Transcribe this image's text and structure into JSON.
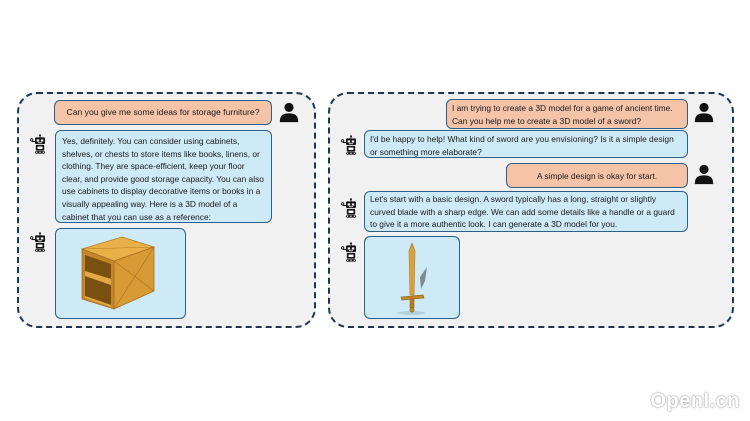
{
  "left_conversation": {
    "user_message": "Can you give me some ideas for storage furniture?",
    "bot_message": "Yes, definitely. You can consider using cabinets, shelves, or chests to store items like books, linens, or clothing. They are space-efficient, keep your floor clear, and provide good storage capacity. You can also use cabinets to display decorative items or books in a visually appealing way. Here is a 3D model of a cabinet that you can use as a reference:"
  },
  "right_conversation": {
    "user_message_1": "I am trying to create a 3D model for a game of ancient time. Can you help me to create a 3D model of a sword?",
    "bot_message_1": "I'd be happy to help! What kind of sword are you envisioning? Is it a simple design or something more elaborate?",
    "user_message_2": "A simple design is okay for start.",
    "bot_message_2": "Let's start with a basic design. A sword typically has a long, straight or slightly curved blade with a sharp edge. We can add some details like a handle or a guard to give it a more authentic look. I can generate a 3D model for you."
  },
  "watermark": "OpenI.cn",
  "colors": {
    "user_bubble": "#f5c3a8",
    "bot_bubble": "#cfeaf7",
    "panel_border": "#1f3550",
    "panel_background": "#f1f1f1"
  },
  "icons": [
    "user-icon",
    "robot-icon"
  ]
}
